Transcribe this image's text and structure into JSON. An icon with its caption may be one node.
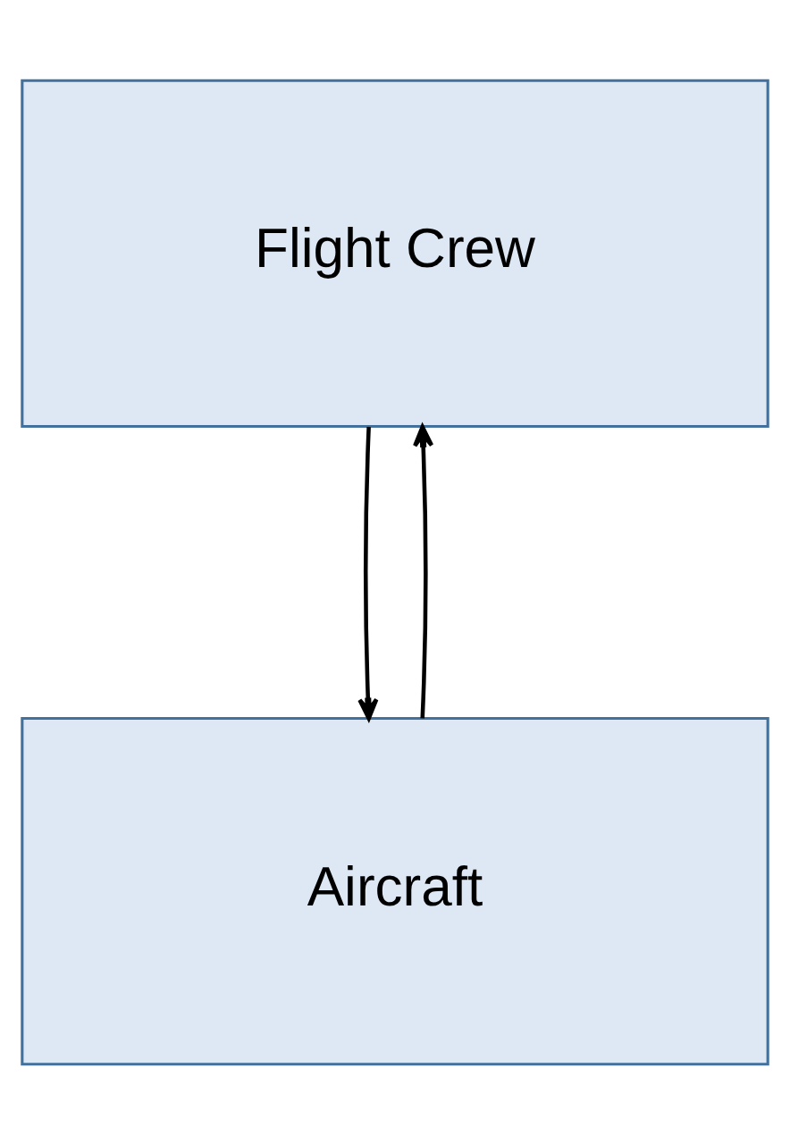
{
  "diagram": {
    "nodes": [
      {
        "text": [
          "Flight Crew"
        ]
      },
      {
        "text": [
          "Aircraft"
        ]
      }
    ],
    "edges": [
      {
        "from": 0,
        "to": 1,
        "arrow": "to"
      },
      {
        "from": 1,
        "to": 0,
        "arrow": "to"
      }
    ]
  }
}
